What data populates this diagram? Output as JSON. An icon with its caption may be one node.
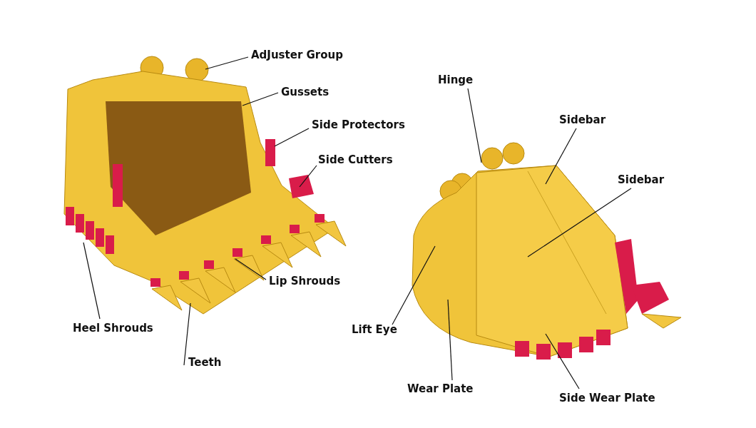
{
  "diagram": {
    "nodes": [
      {
        "text": [
          "AdJuster Group"
        ]
      },
      {
        "text": [
          "Gussets"
        ]
      },
      {
        "text": [
          "Side Protectors"
        ]
      },
      {
        "text": [
          "Side Cutters"
        ]
      },
      {
        "text": [
          "Lip Shrouds"
        ]
      },
      {
        "text": [
          "Heel Shrouds"
        ]
      },
      {
        "text": [
          "Teeth"
        ]
      },
      {
        "text": [
          "Hinge"
        ]
      },
      {
        "text": [
          "Sidebar"
        ]
      },
      {
        "text": [
          "Sidebar"
        ]
      },
      {
        "text": [
          "Lift Eye"
        ]
      },
      {
        "text": [
          "Wear Plate"
        ]
      },
      {
        "text": [
          "Side Wear Plate"
        ]
      }
    ],
    "edges": [
      {
        "from": 0,
        "to": null,
        "arrow": "none"
      },
      {
        "from": 1,
        "to": null,
        "arrow": "none"
      },
      {
        "from": 2,
        "to": null,
        "arrow": "none"
      },
      {
        "from": 3,
        "to": null,
        "arrow": "none"
      },
      {
        "from": 4,
        "to": null,
        "arrow": "none"
      },
      {
        "from": 5,
        "to": null,
        "arrow": "none"
      },
      {
        "from": 6,
        "to": null,
        "arrow": "none"
      },
      {
        "from": 7,
        "to": null,
        "arrow": "none"
      },
      {
        "from": 8,
        "to": null,
        "arrow": "none"
      },
      {
        "from": 9,
        "to": null,
        "arrow": "none"
      },
      {
        "from": 10,
        "to": null,
        "arrow": "none"
      },
      {
        "from": 11,
        "to": null,
        "arrow": "none"
      },
      {
        "from": 12,
        "to": null,
        "arrow": "none"
      }
    ]
  }
}
